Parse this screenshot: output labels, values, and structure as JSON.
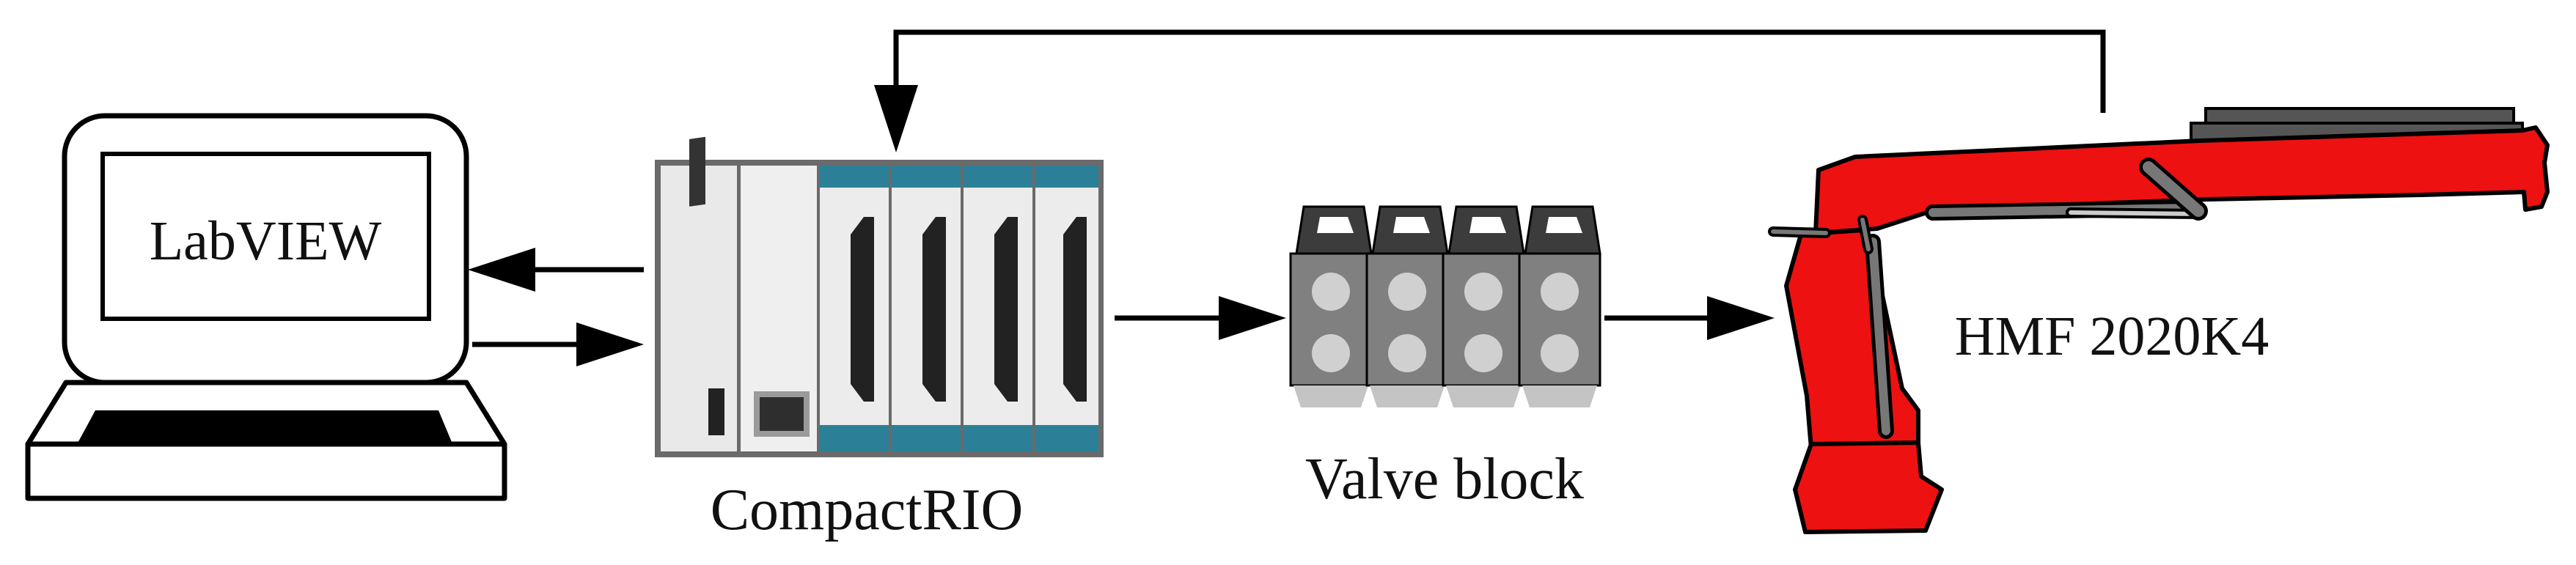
{
  "labels": {
    "computer": "LabVIEW",
    "controller": "CompactRIO",
    "valve": "Valve block",
    "crane": "HMF 2020K4"
  },
  "colors": {
    "crane_red": "#ee1111",
    "controller_teal": "#2b8097",
    "valve_dark": "#3c3c3c",
    "valve_body": "#808080",
    "valve_port": "#d0d0d0",
    "line": "#000000"
  }
}
